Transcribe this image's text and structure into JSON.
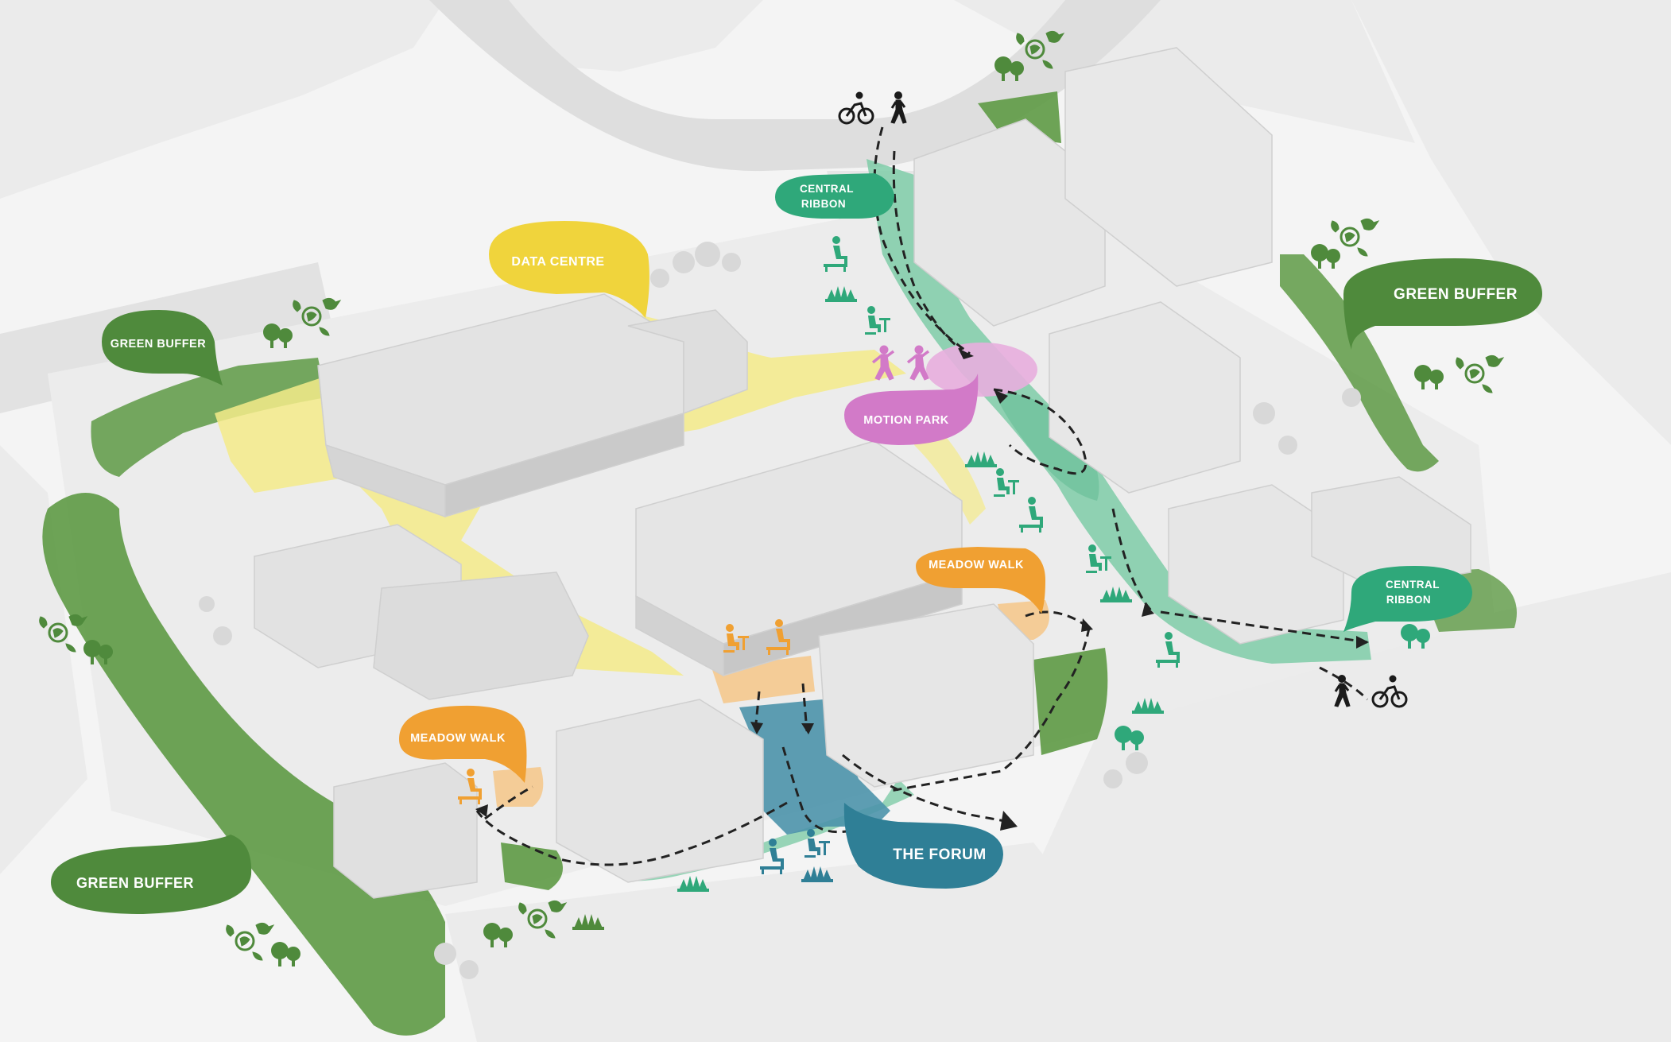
{
  "labels": {
    "green_buffer_left_top": "GREEN BUFFER",
    "green_buffer_right": "GREEN BUFFER",
    "green_buffer_bottom_left": "GREEN BUFFER",
    "data_centre": "DATA CENTRE",
    "motion_park": "MOTION PARK",
    "meadow_walk_center": "MEADOW WALK",
    "meadow_walk_left": "MEADOW WALK",
    "central_ribbon_top_line1": "CENTRAL",
    "central_ribbon_top_line2": "RIBBON",
    "central_ribbon_right_line1": "CENTRAL",
    "central_ribbon_right_line2": "RIBBON",
    "the_forum": "THE FORUM"
  },
  "colors": {
    "green_buffer": "#4f8a3c",
    "green_buffer_zone": "#5e9a45",
    "central_ribbon": "#2fa87a",
    "central_ribbon_zone": "#7fcca8",
    "data_centre": "#f0d43c",
    "data_centre_zone": "#f5eb8a",
    "motion_park": "#d27ac8",
    "motion_park_zone": "#e8aede",
    "meadow_walk": "#f0a032",
    "meadow_walk_zone": "#f5c98e",
    "forum": "#2f7f96",
    "forum_zone": "#4d93ab",
    "path": "#222222",
    "building": "#e4e4e4"
  }
}
